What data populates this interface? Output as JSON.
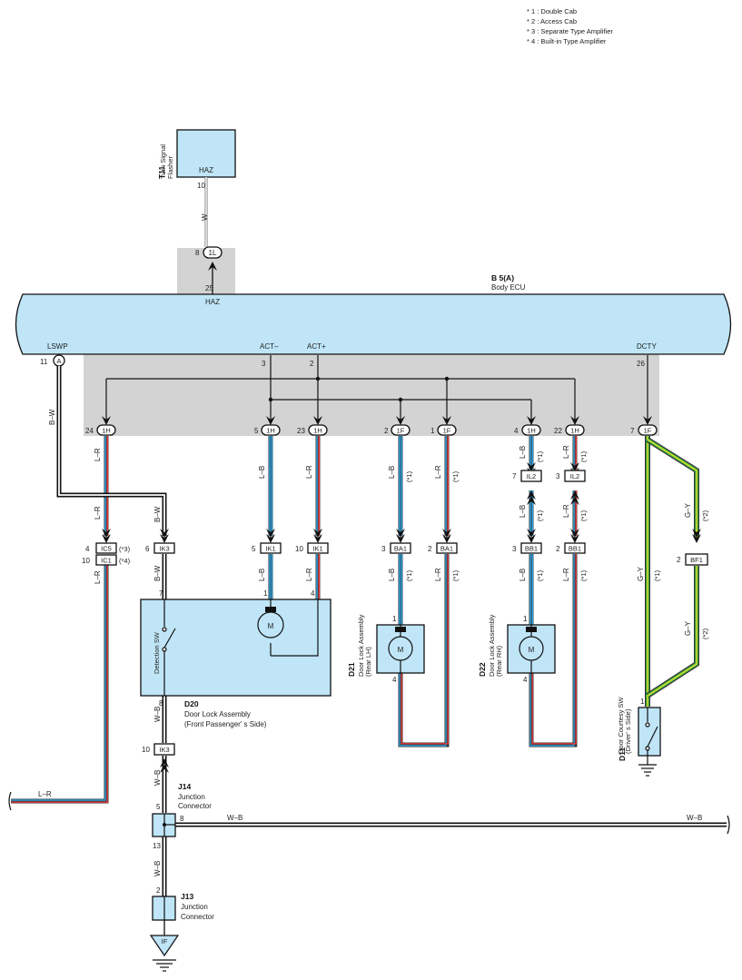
{
  "notes": [
    "* 1 : Double Cab",
    "* 2 : Access Cab",
    "* 3 : Separate Type Amplifier",
    "* 4 : Built-in Type Amplifier"
  ],
  "colors": {
    "component_fill": "#bfe5f7",
    "ecu_fill": "#bfe5f7",
    "junction_gray": "#d3d3d3",
    "wire_blue": "#2e9fd8",
    "wire_red": "#e0383a",
    "wire_green": "#38b24a",
    "wire_yellow": "#f4e11d"
  },
  "components": {
    "t11": {
      "code": "T11",
      "name_line1": "Turn Signal",
      "name_line2": "Flasher",
      "terminal_label": "HAZ",
      "pin": "10"
    },
    "b5": {
      "code": "B 5(A)",
      "name": "Body ECU",
      "haz_label": "HAZ",
      "haz_pin": "25",
      "lswp_label": "LSWP",
      "lswp_pin": "11",
      "lswp_marker": "A",
      "act_minus_label": "ACT–",
      "act_minus_pin": "3",
      "act_plus_label": "ACT+",
      "act_plus_pin": "2",
      "dcty_label": "DCTY",
      "dcty_pin": "26"
    },
    "d20": {
      "code": "D20",
      "name_line1": "Door Lock Assembly",
      "name_line2": "(Front Passenger' s Side)",
      "switch_label": "Detection SW",
      "motor": "M",
      "pin_7": "7",
      "pin_1": "1",
      "pin_4": "4",
      "pin_8": "8"
    },
    "d21": {
      "code": "D21",
      "name_line1": "Door Lock Assembly",
      "name_line2": "(Rear LH)",
      "motor": "M",
      "pin_top": "1",
      "pin_bottom": "4"
    },
    "d22": {
      "code": "D22",
      "name_line1": "Door Lock Assembly",
      "name_line2": "(Rear RH)",
      "motor": "M",
      "pin_top": "1",
      "pin_bottom": "4"
    },
    "d11": {
      "code": "D11",
      "name_line1": "Door Courtesy SW",
      "name_line2": "(Driver' s Side)",
      "pin": "1"
    },
    "j14": {
      "code": "J14",
      "name_line1": "Junction",
      "name_line2": "Connector",
      "pin_top": "5",
      "pin_right": "8",
      "pin_bottom": "13"
    },
    "j13": {
      "code": "J13",
      "name_line1": "Junction",
      "name_line2": "Connector",
      "pin": "2"
    },
    "ground": {
      "label": "IF"
    }
  },
  "connectors": {
    "c1l": {
      "id": "1L",
      "pin": "8"
    },
    "h24": {
      "id": "1H",
      "pin": "24"
    },
    "h5": {
      "id": "1H",
      "pin": "5"
    },
    "h23": {
      "id": "1H",
      "pin": "23"
    },
    "f2": {
      "id": "1F",
      "pin": "2"
    },
    "f1": {
      "id": "1F",
      "pin": "1"
    },
    "h4": {
      "id": "1H",
      "pin": "4"
    },
    "h22": {
      "id": "1H",
      "pin": "22"
    },
    "f7": {
      "id": "1F",
      "pin": "7"
    },
    "ic5": {
      "id": "IC5",
      "pin": "4",
      "note": "(*3)"
    },
    "ic1": {
      "id": "IC1",
      "pin": "10",
      "note": "(*4)"
    },
    "ik3a": {
      "id": "IK3",
      "pin": "6"
    },
    "ik1a": {
      "id": "IK1",
      "pin": "5"
    },
    "ik1b": {
      "id": "IK1",
      "pin": "10"
    },
    "ba1a": {
      "id": "BA1",
      "pin": "3"
    },
    "ba1b": {
      "id": "BA1",
      "pin": "2"
    },
    "il2a": {
      "id": "IL2",
      "pin": "7"
    },
    "il2b": {
      "id": "IL2",
      "pin": "3"
    },
    "bb1a": {
      "id": "BB1",
      "pin": "3"
    },
    "bb1b": {
      "id": "BB1",
      "pin": "2"
    },
    "bf1": {
      "id": "BF1",
      "pin": "2"
    },
    "ik3b": {
      "id": "IK3",
      "pin": "10"
    }
  },
  "wires": {
    "w": "W",
    "bw": "B–W",
    "lr": "L–R",
    "lb": "L–B",
    "gy": "G–Y",
    "wb": "W–B",
    "n1": "(*1)",
    "n2": "(*2)"
  }
}
